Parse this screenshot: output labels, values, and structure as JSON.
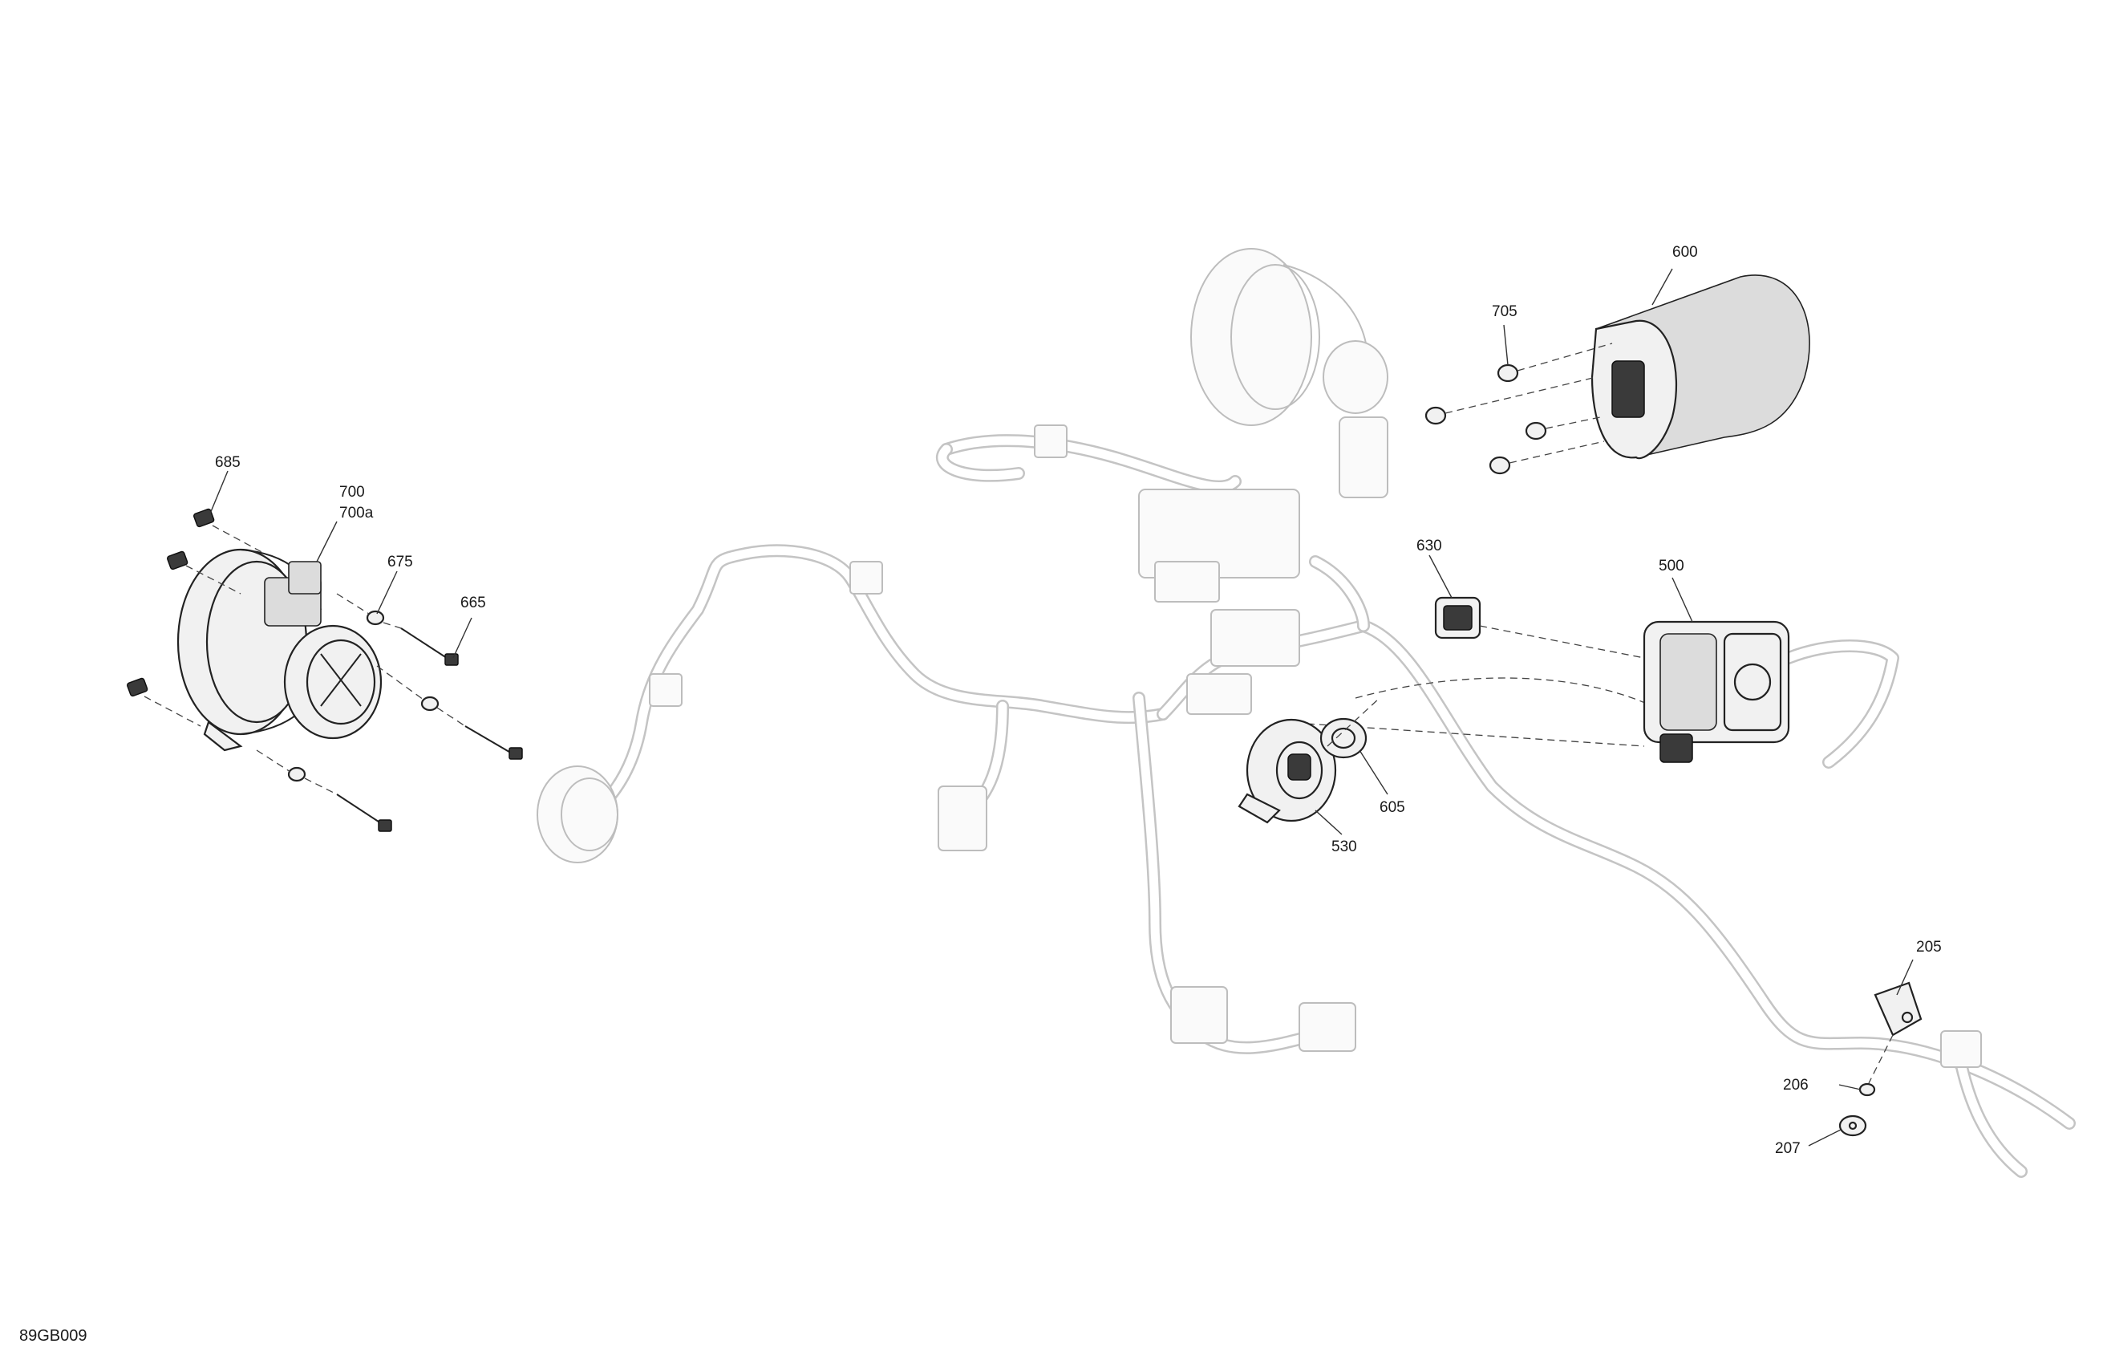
{
  "figure_id": "89GB009",
  "callouts": {
    "c685": "685",
    "c700": "700",
    "c700a": "700a",
    "c675": "675",
    "c665": "665",
    "c600": "600",
    "c705": "705",
    "c630": "630",
    "c500": "500",
    "c605": "605",
    "c530": "530",
    "c205": "205",
    "c206": "206",
    "c207": "207"
  }
}
